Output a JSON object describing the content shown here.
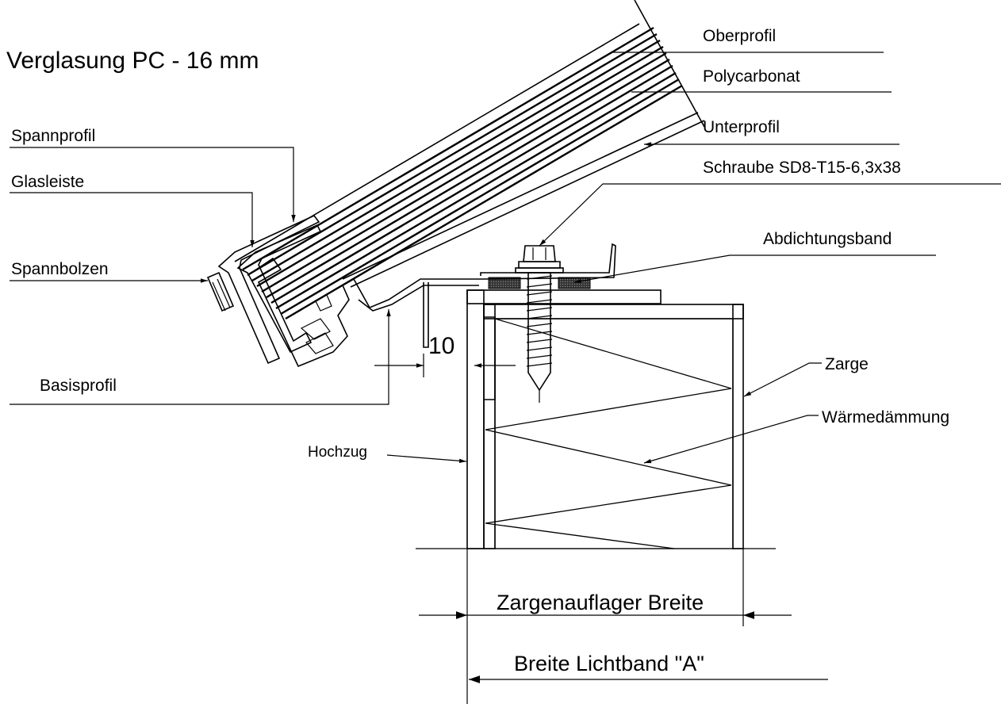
{
  "title": "Verglasung  PC - 16 mm",
  "labels": {
    "oberprofil": "Oberprofil",
    "polycarbonat": "Polycarbonat",
    "unterprofil": "Unterprofil",
    "schraube": "Schraube SD8-T15-6,3x38",
    "abdichtungsband": "Abdichtungsband",
    "spannprofil": "Spannprofil",
    "glasleiste": "Glasleiste",
    "spannbolzen": "Spannbolzen",
    "basisprofil": "Basisprofil",
    "zarge": "Zarge",
    "waermedaemmung": "Wärmedämmung",
    "hochzug": "Hochzug"
  },
  "dimensions": {
    "gap": "10",
    "zargenauflager": "Zargenauflager Breite",
    "lichtband": "Breite Lichtband \"A\""
  }
}
